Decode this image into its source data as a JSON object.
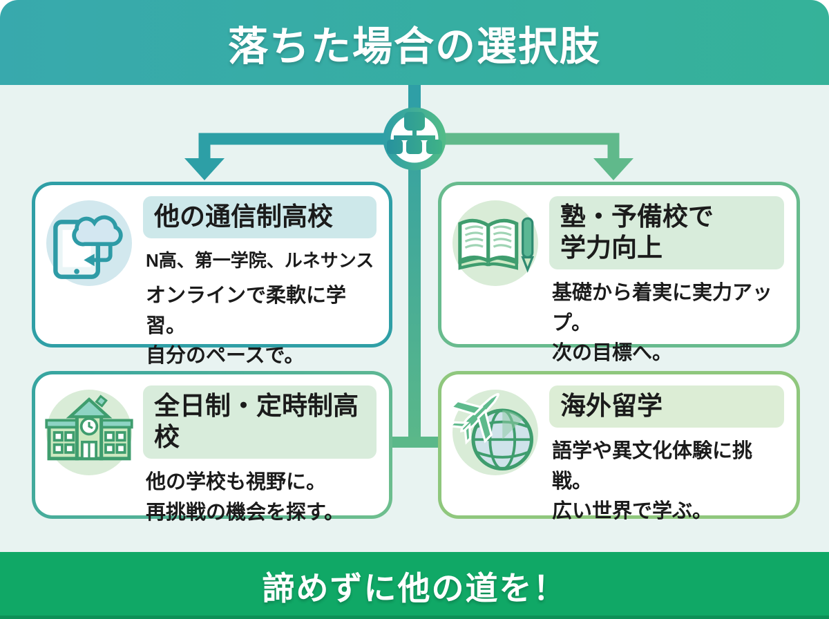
{
  "header": {
    "title": "落ちた場合の選択肢"
  },
  "footer": {
    "message": "諦めずに他の道を！"
  },
  "node": {
    "icon": "sitemap-icon"
  },
  "colors": {
    "header_gradient": [
      "#38a9ad",
      "#35b299"
    ],
    "content_bg": "#e8f3f1",
    "footer_bg": "#10a866",
    "branch_left": "#2d9fa6",
    "branch_right": "#60b98b",
    "text": "#1b1b1b"
  },
  "cards": [
    {
      "id": "other-correspondence-schools",
      "icon": "tablet-cloud-sync-icon",
      "title": "他の通信制高校",
      "subtitle": "N高、第一学院、ルネサンス",
      "desc_line1": "オンラインで柔軟に学習。",
      "desc_line2": "自分のペースで。",
      "border_color": "#2f9fa6",
      "highlight_color": "#cde8ea",
      "icon_bg": "#d2e8ee"
    },
    {
      "id": "juku-prep-school",
      "icon": "open-book-pen-icon",
      "title_line1": "塾・予備校で",
      "title_line2": "学力向上",
      "desc_line1": "基礎から着実に実力アップ。",
      "desc_line2": "次の目標へ。",
      "border_color": "#68bb8e",
      "highlight_color": "#d8ecdb",
      "icon_bg": "#d9ecd7"
    },
    {
      "id": "fulltime-parttime-school",
      "icon": "school-building-icon",
      "title": "全日制・定時制高校",
      "desc_line1": "他の学校も視野に。",
      "desc_line2": "再挑戦の機会を探す。",
      "border_color_gradient": [
        "#35a4a1",
        "#6fbf8d"
      ],
      "highlight_color": "#d8ecdb",
      "icon_bg": "#d9ecd7"
    },
    {
      "id": "study-abroad",
      "icon": "airplane-globe-icon",
      "title": "海外留学",
      "desc_line1": "語学や異文化体験に挑戦。",
      "desc_line2": "広い世界で学ぶ。",
      "border_color": "#8fc77d",
      "highlight_color": "#dcedd5",
      "icon_bg": "#d9ecd7"
    }
  ]
}
